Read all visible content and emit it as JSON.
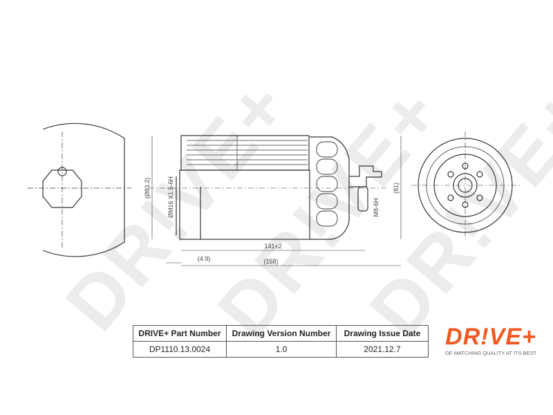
{
  "watermark": "DR!VE+",
  "dimensions": {
    "outer_diameter": "(Ø83.2)",
    "thread": "ØM16 X1.5-6H",
    "length": "141±2",
    "offset": "(4.9)",
    "total_length": "(158)",
    "height": "(81)",
    "port_thread": "M8-6H"
  },
  "title_block": {
    "headers": [
      "DRIVE+ Part Number",
      "Drawing Version Number",
      "Drawing Issue Date"
    ],
    "values": [
      "DP1110.13.0024",
      "1.0",
      "2021.12.7"
    ]
  },
  "logo": {
    "text": "DR!VE+",
    "tagline": "OE MATCHING QUALITY AT ITS BEST"
  }
}
